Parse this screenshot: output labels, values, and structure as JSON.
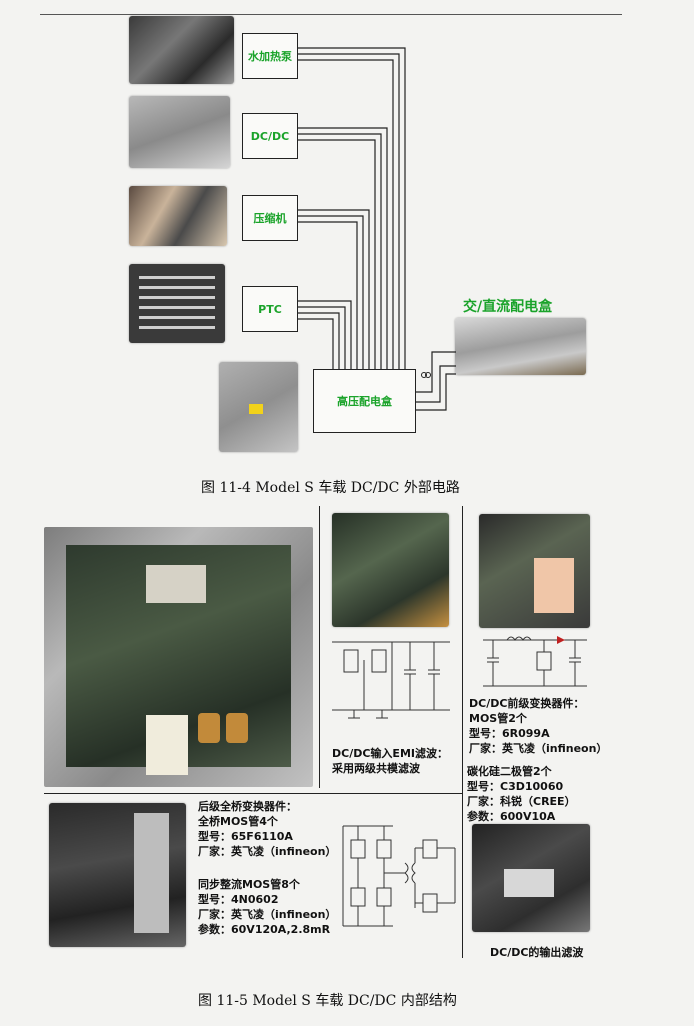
{
  "figure_top": {
    "boxes": {
      "water_heater": "水加热泵",
      "dcdc": "DC/DC",
      "compressor": "压缩机",
      "ptc": "PTC",
      "hv_box": "高压配电盒"
    },
    "acdc_label": "交/直流配电盒",
    "caption": "图 11-4  Model S 车载 DC/DC 外部电路"
  },
  "figure_bottom": {
    "emi_caption": [
      "DC/DC输入EMI滤波：",
      "采用两级共模滤波"
    ],
    "pre_stage": [
      "DC/DC前级变换器件：",
      "MOS管2个",
      "型号：6R099A",
      "厂家：英飞凌（infineon）"
    ],
    "sic_diode": [
      "碳化硅二极管2个",
      "型号：C3D10060",
      "厂家：科锐（CREE）",
      "参数：600V10A"
    ],
    "full_bridge": [
      "后级全桥变换器件：",
      "全桥MOS管4个",
      "型号：65F6110A",
      "厂家：英飞凌（infineon）"
    ],
    "sync_rect": [
      "同步整流MOS管8个",
      "型号：4N0602",
      "厂家：英飞凌（infineon）",
      "参数：60V120A,2.8mR"
    ],
    "output_filter": "DC/DC的输出滤波",
    "caption": "图 11-5  Model S 车载 DC/DC 内部结构"
  }
}
